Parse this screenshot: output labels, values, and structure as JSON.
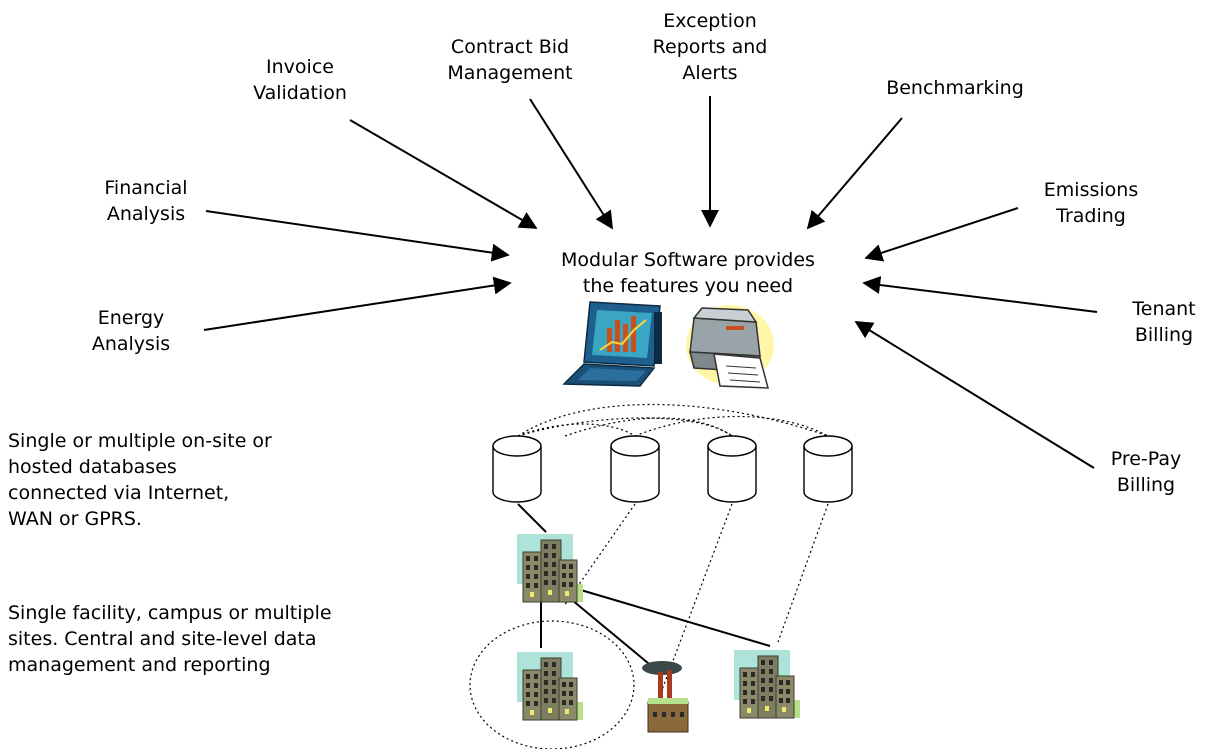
{
  "center_label": "Modular Software provides\nthe features you need",
  "features": {
    "invoice_validation": "Invoice\nValidation",
    "contract_bid_management": "Contract Bid\nManagement",
    "exception_reports": "Exception\nReports and\nAlerts",
    "benchmarking": "Benchmarking",
    "financial_analysis": "Financial\nAnalysis",
    "emissions_trading": "Emissions\nTrading",
    "energy_analysis": "Energy\nAnalysis",
    "tenant_billing": "Tenant\nBilling",
    "pre_pay_billing": "Pre-Pay\nBilling"
  },
  "descriptions": {
    "databases": "Single or multiple on-site or\nhosted databases\nconnected via Internet,\nWAN or GPRS.",
    "sites": "Single facility, campus or multiple\nsites. Central and site-level data\nmanagement and reporting"
  },
  "icons": {
    "laptop": "laptop-chart-icon",
    "printer": "printer-icon",
    "database": "database-icon",
    "building": "office-building-icon",
    "factory": "factory-icon"
  },
  "colors": {
    "laptop_body": "#1f5f8f",
    "laptop_screen": "#3aa6c2",
    "building_bg": "#aee3d9",
    "building_ground": "#b7e08a",
    "building_body": "#8a8a6a",
    "factory_body": "#8a6a3a"
  }
}
